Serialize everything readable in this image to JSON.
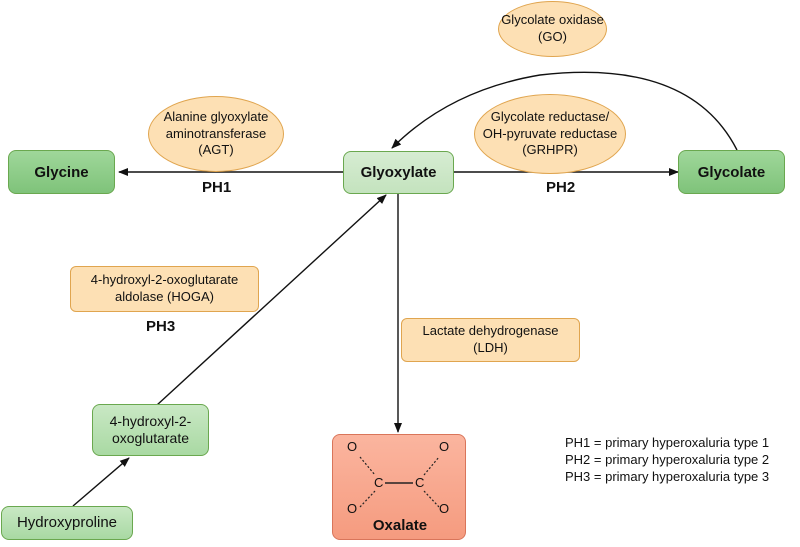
{
  "nodes": {
    "glycine": "Glycine",
    "glyoxylate": "Glyoxylate",
    "glycolate": "Glycolate",
    "oxalate": "Oxalate",
    "oxoglutarate_line1": "4-hydroxyl-2-",
    "oxoglutarate_line2": "oxoglutarate",
    "hydroxyproline": "Hydroxyproline"
  },
  "enzymes": {
    "go_line1": "Glycolate oxidase",
    "go_line2": "(GO)",
    "agt_line1": "Alanine glyoxylate",
    "agt_line2": "aminotransferase",
    "agt_line3": "(AGT)",
    "grhpr_line1": "Glycolate reductase/",
    "grhpr_line2": "OH-pyruvate reductase",
    "grhpr_line3": "(GRHPR)",
    "hoga_line1": "4-hydroxyl-2-oxoglutarate",
    "hoga_line2": "aldolase (HOGA)",
    "ldh_line1": "Lactate dehydrogenase",
    "ldh_line2": "(LDH)"
  },
  "pathway_labels": {
    "ph1": "PH1",
    "ph2": "PH2",
    "ph3": "PH3"
  },
  "structure": {
    "o1": "O",
    "o2": "O",
    "o3": "O",
    "o4": "O",
    "c1": "C",
    "c2": "C"
  },
  "legend": [
    "PH1 = primary hyperoxaluria type 1",
    "PH2 = primary hyperoxaluria type 2",
    "PH3 = primary hyperoxaluria type 3"
  ]
}
